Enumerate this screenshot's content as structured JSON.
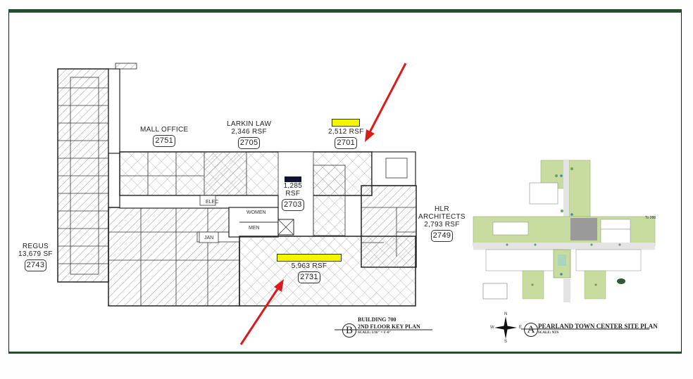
{
  "key_plan": {
    "letter": "B",
    "building": "BUILDING 700",
    "title": "2ND FLOOR KEY PLAN",
    "scale": "SCALE: 1/16\" = 1'-0\""
  },
  "site_plan": {
    "letter": "A",
    "title": "PEARLAND TOWN CENTER SITE PLAN",
    "scale": "SCALE: NTS",
    "compass": {
      "n": "N",
      "s": "S",
      "e": "E",
      "w": "W"
    },
    "to_label": "To 288"
  },
  "suites": [
    {
      "id": "2743",
      "tenant": "REGUS",
      "area": "13,679  SF"
    },
    {
      "id": "2751",
      "tenant": "MALL  OFFICE",
      "area": ""
    },
    {
      "id": "2705",
      "tenant": "LARKIN  LAW",
      "area": "2,346  RSF"
    },
    {
      "id": "2701",
      "tenant": "",
      "area": "2,512  RSF",
      "highlight": "#f5f500"
    },
    {
      "id": "2703",
      "tenant": "",
      "area": "1,285",
      "area_unit": "RSF",
      "redacted": "#101030"
    },
    {
      "id": "2749",
      "tenant": "HLR",
      "tenant2": "ARCHITECTS",
      "area": "2,793  RSF"
    },
    {
      "id": "2731",
      "tenant": "",
      "area": "5,963  RSF",
      "highlight": "#f5f500"
    }
  ],
  "rooms": {
    "elec": "ELEC",
    "women": "WOMEN",
    "men": "MEN",
    "jan": "JAN"
  },
  "colors": {
    "frame_green": "#24502f",
    "arrow_red": "#dd1a1a",
    "highlight_yellow": "#f5f500",
    "site_green": "#c9dca0"
  }
}
